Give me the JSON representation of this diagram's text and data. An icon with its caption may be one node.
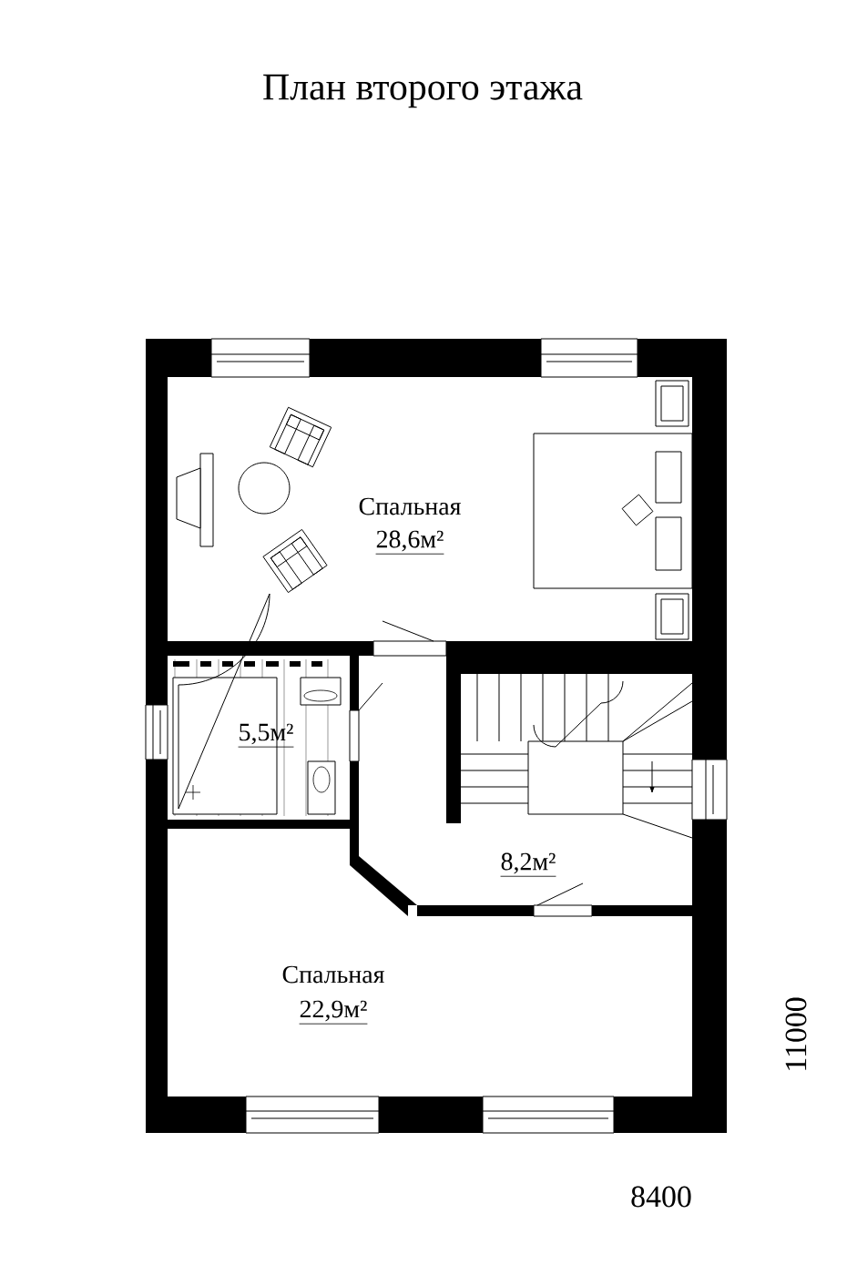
{
  "diagram": {
    "title": "План второго этажа",
    "labels": [
      "Спальная",
      "28,6м²",
      "5,5м²",
      "8,2м²",
      "Спальная",
      "22,9м²",
      "11000",
      "8400"
    ]
  }
}
